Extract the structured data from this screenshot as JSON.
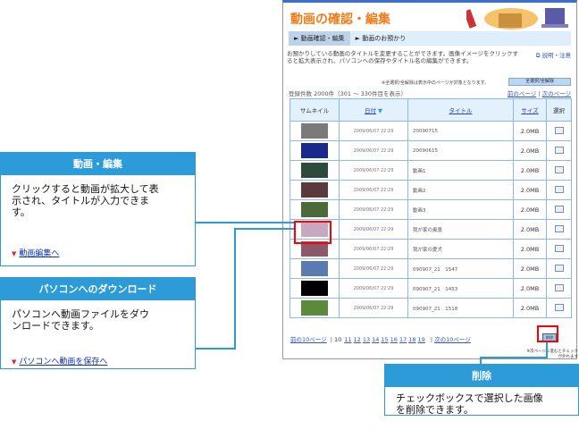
{
  "page": {
    "title": "動画の確認・編集",
    "tabs": [
      "動画確認・編集",
      "動画のお預かり"
    ],
    "description": "お預かりしている動画のタイトルを変更することができます。画像イメージをクリックすると拡大表示され、パソコンへの保存やタイトル名の編集ができます。",
    "help_link": "説明・注意",
    "select_note": "※全選択/全解除は表示中のページが対象となります。",
    "select_all_button": "全選択/全解除",
    "count_text": "登録件数 2000件（301 〜 330件目を表示）",
    "prev_page": "前のページ",
    "next_page": "次のページ",
    "table": {
      "headers": [
        "サムネイル",
        "日付",
        "タイトル",
        "サイズ",
        "選択"
      ],
      "sort_icon": "triangle-down-icon",
      "rows": [
        {
          "date": "2009/06/07 22:29",
          "title": "20090715",
          "size": "2.0MB",
          "thumb": "#7a7a7a"
        },
        {
          "date": "2009/06/07 22:29",
          "title": "20090615",
          "size": "2.0MB",
          "thumb": "#1a2a8a"
        },
        {
          "date": "2009/06/07 22:29",
          "title": "動画1",
          "size": "2.0MB",
          "thumb": "#2e4a3a"
        },
        {
          "date": "2009/06/07 22:29",
          "title": "動画2",
          "size": "2.0MB",
          "thumb": "#5a3a3a"
        },
        {
          "date": "2009/06/07 22:29",
          "title": "動画3",
          "size": "2.0MB",
          "thumb": "#4a6a3a"
        },
        {
          "date": "2009/06/07 22:29",
          "title": "我が家の風景",
          "size": "2.0MB",
          "thumb": "#c8a8c0"
        },
        {
          "date": "2009/06/07 22:29",
          "title": "我が家の愛犬",
          "size": "2.0MB",
          "thumb": "#8a5a6a"
        },
        {
          "date": "2009/06/07 22:29",
          "title": "090907_21　1547",
          "size": "2.0MB",
          "thumb": "#5a7ab0"
        },
        {
          "date": "2009/06/07 22:29",
          "title": "090907_21　1453",
          "size": "2.0MB",
          "thumb": "#000000"
        },
        {
          "date": "2009/06/07 22:29",
          "title": "090907_21　1518",
          "size": "2.0MB",
          "thumb": "#5a8a3a"
        }
      ]
    },
    "pager": {
      "prev10": "前の10ページ",
      "current": "10",
      "pages": [
        "11",
        "12",
        "13",
        "14",
        "15",
        "16",
        "17",
        "18",
        "19"
      ],
      "next10": "次の10ページ"
    },
    "delete_button": "削除",
    "delete_note": "※次ページに進むとチェックが外れます"
  },
  "callouts": {
    "edit": {
      "title": "動画・編集",
      "body": "クリックすると動画が拡大して表示され、タイトルが入力できます。",
      "link": "動画編集へ"
    },
    "download": {
      "title": "パソコンへのダウンロード",
      "body": "パソコンへ動画ファイルをダウンロードできます。",
      "link": "パソコンへ動画を保存へ"
    },
    "delete": {
      "title": "削除",
      "body": "チェックボックスで選択した画像を削除できます。"
    }
  }
}
